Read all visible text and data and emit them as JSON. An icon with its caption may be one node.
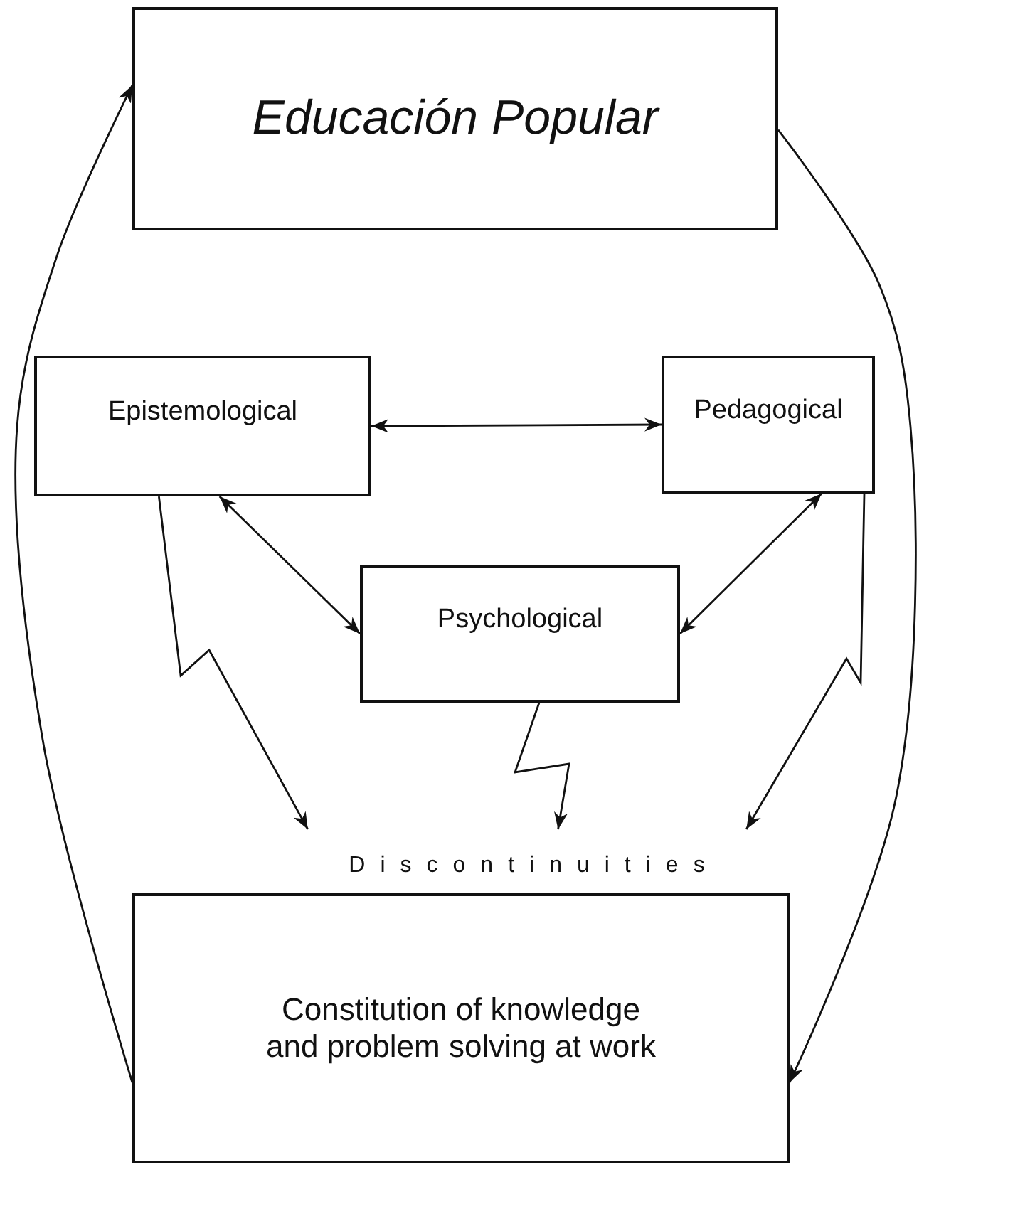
{
  "diagram": {
    "nodes": [
      {
        "text": [
          "Educación Popular"
        ]
      },
      {
        "text": [
          "Epistemological"
        ]
      },
      {
        "text": [
          "Pedagogical"
        ]
      },
      {
        "text": [
          "Psychological"
        ]
      },
      {
        "text": [
          "Discontinuities"
        ]
      },
      {
        "text": [
          "Constitution of knowledge and problem solving at work"
        ]
      }
    ],
    "edges": [
      {
        "from": 1,
        "to": 2,
        "arrow": "both"
      },
      {
        "from": 1,
        "to": 3,
        "arrow": "both"
      },
      {
        "from": 2,
        "to": 3,
        "arrow": "both"
      },
      {
        "from": 1,
        "to": 4,
        "arrow": "to"
      },
      {
        "from": 3,
        "to": 4,
        "arrow": "to"
      },
      {
        "from": 2,
        "to": 4,
        "arrow": "to"
      },
      {
        "from": 0,
        "to": 5,
        "arrow": "to"
      },
      {
        "from": 5,
        "to": 0,
        "arrow": "to"
      }
    ]
  }
}
